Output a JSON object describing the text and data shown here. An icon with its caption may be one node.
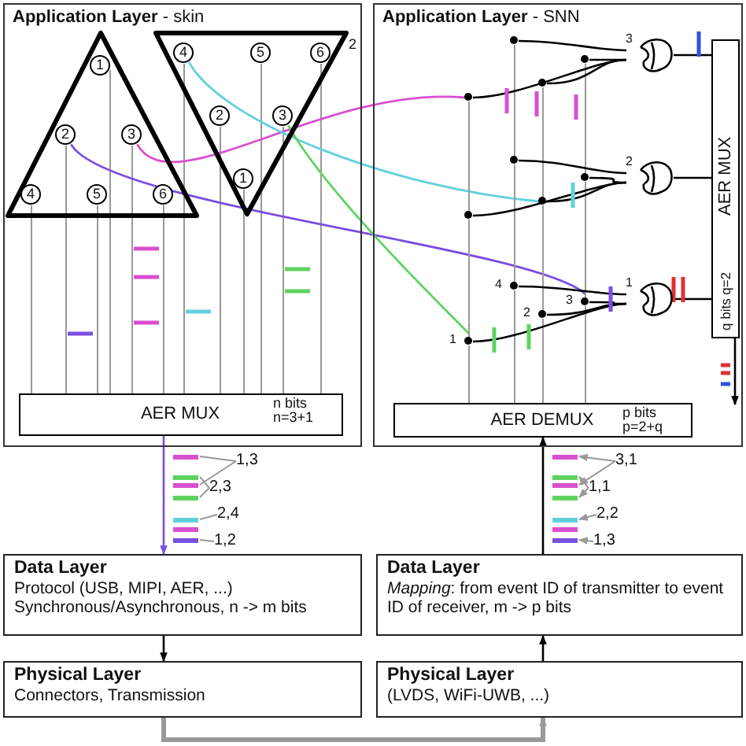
{
  "diagram": {
    "nodes": [
      {
        "text": [
          "**Application Layer** - skin"
        ]
      },
      {
        "text": [],
        "shape": "triangle",
        "in": 0
      },
      {
        "text": [
          "1"
        ],
        "in": 1
      },
      {
        "text": [
          "2"
        ],
        "in": 1
      },
      {
        "text": [
          "3"
        ],
        "in": 1
      },
      {
        "text": [
          "4"
        ],
        "in": 1
      },
      {
        "text": [
          "5"
        ],
        "in": 1
      },
      {
        "text": [
          "6"
        ],
        "in": 1
      },
      {
        "text": [],
        "shape": "triangle",
        "in": 0,
        "beside": [
          "2"
        ]
      },
      {
        "text": [
          "4"
        ],
        "in": 8
      },
      {
        "text": [
          "5"
        ],
        "in": 8
      },
      {
        "text": [
          "6"
        ],
        "in": 8
      },
      {
        "text": [
          "2"
        ],
        "in": 8
      },
      {
        "text": [
          "3"
        ],
        "in": 8
      },
      {
        "text": [
          "1"
        ],
        "in": 8
      },
      {
        "text": [
          "AER MUX",
          "n bits n=3+1"
        ],
        "in": 0
      },
      {
        "text": [
          "**Application Layer** - SNN"
        ]
      },
      {
        "text": [
          "3"
        ],
        "in": 16
      },
      {
        "text": [
          "2"
        ],
        "in": 16
      },
      {
        "text": [
          "1"
        ],
        "in": 16
      },
      {
        "text": [],
        "shape": "circle",
        "in": 16
      },
      {
        "text": [],
        "shape": "circle",
        "in": 16
      },
      {
        "text": [],
        "shape": "circle",
        "in": 16
      },
      {
        "text": [],
        "shape": "circle",
        "in": 16
      },
      {
        "text": [],
        "shape": "circle",
        "in": 16
      },
      {
        "text": [],
        "shape": "circle",
        "in": 16
      },
      {
        "text": [],
        "shape": "circle",
        "in": 16
      },
      {
        "text": [],
        "shape": "circle",
        "in": 16
      },
      {
        "text": [
          "4"
        ],
        "in": 16
      },
      {
        "text": [
          "3"
        ],
        "in": 16
      },
      {
        "text": [
          "2"
        ],
        "in": 16
      },
      {
        "text": [
          "1"
        ],
        "in": 16
      },
      {
        "text": [
          "AER MUX",
          "q bits q=2"
        ],
        "in": 16
      },
      {
        "text": [
          "AER DEMUX",
          "p bits p=2+q"
        ],
        "in": 16
      },
      {
        "text": [
          "Data Layer",
          "Protocol (USB, MIPI, AER, ...)",
          "Synchronous/Asynchronous, n -> m bits"
        ]
      },
      {
        "text": [
          "Physical Layer",
          "Connectors, Transmission"
        ]
      },
      {
        "text": [
          "Data Layer",
          "*Mapping*: from event ID of transmitter to event ID of receiver, m -> p bits"
        ]
      },
      {
        "text": [
          "Physical Layer",
          "(LVDS, WiFi-UWB, ...)"
        ]
      },
      {
        "text": [
          "1,3"
        ]
      },
      {
        "text": [
          "2,3"
        ]
      },
      {
        "text": [
          "2,4"
        ]
      },
      {
        "text": [
          "1,2"
        ]
      },
      {
        "text": [
          "3,1"
        ]
      },
      {
        "text": [
          "1,1"
        ]
      },
      {
        "text": [
          "2,2"
        ]
      },
      {
        "text": [
          "1,3"
        ]
      },
      {
        "text": [],
        "shape": "bar"
      },
      {
        "text": [],
        "shape": "bar"
      },
      {
        "text": [],
        "shape": "bar"
      },
      {
        "text": [],
        "shape": "bar"
      },
      {
        "text": [],
        "shape": "bar"
      },
      {
        "text": [],
        "shape": "bar"
      },
      {
        "text": [],
        "shape": "bar"
      },
      {
        "text": [],
        "shape": "bar"
      },
      {
        "text": [],
        "shape": "bar"
      },
      {
        "text": [],
        "shape": "bar"
      },
      {
        "text": [],
        "shape": "bar"
      },
      {
        "text": [],
        "shape": "bar"
      },
      {
        "text": [],
        "shape": "bar"
      },
      {
        "text": [],
        "shape": "bar"
      }
    ],
    "edges": [
      {
        "from": 2,
        "to": 15,
        "arrow": "none"
      },
      {
        "from": 3,
        "to": 15,
        "arrow": "none"
      },
      {
        "from": 4,
        "to": 15,
        "arrow": "none"
      },
      {
        "from": 5,
        "to": 15,
        "arrow": "none"
      },
      {
        "from": 6,
        "to": 15,
        "arrow": "none"
      },
      {
        "from": 7,
        "to": 15,
        "arrow": "none"
      },
      {
        "from": 9,
        "to": 15,
        "arrow": "none"
      },
      {
        "from": 10,
        "to": 15,
        "arrow": "none"
      },
      {
        "from": 11,
        "to": 15,
        "arrow": "none"
      },
      {
        "from": 12,
        "to": 15,
        "arrow": "none"
      },
      {
        "from": 13,
        "to": 15,
        "arrow": "none"
      },
      {
        "from": 14,
        "to": 15,
        "arrow": "none"
      },
      {
        "from": 4,
        "to": 23,
        "arrow": "none",
        "color": "#d94fd0"
      },
      {
        "from": 3,
        "to": 29,
        "arrow": "none",
        "color": "#7a4fe0"
      },
      {
        "from": 9,
        "to": 26,
        "arrow": "none",
        "color": "#62d0dc"
      },
      {
        "from": 13,
        "to": 31,
        "arrow": "none",
        "color": "#5fd35f"
      },
      {
        "from": 33,
        "to": 31,
        "arrow": "none"
      },
      {
        "from": 31,
        "to": 27,
        "arrow": "none"
      },
      {
        "from": 27,
        "to": 23,
        "arrow": "none"
      },
      {
        "from": 33,
        "to": 28,
        "arrow": "none"
      },
      {
        "from": 28,
        "to": 24,
        "arrow": "none"
      },
      {
        "from": 24,
        "to": 20,
        "arrow": "none"
      },
      {
        "from": 33,
        "to": 30,
        "arrow": "none"
      },
      {
        "from": 30,
        "to": 26,
        "arrow": "none"
      },
      {
        "from": 26,
        "to": 22,
        "arrow": "none"
      },
      {
        "from": 33,
        "to": 29,
        "arrow": "none"
      },
      {
        "from": 29,
        "to": 25,
        "arrow": "none"
      },
      {
        "from": 25,
        "to": 21,
        "arrow": "none"
      },
      {
        "from": 20,
        "to": 17,
        "arrow": "none",
        "color": "#000000"
      },
      {
        "from": 21,
        "to": 17,
        "arrow": "none",
        "color": "#000000"
      },
      {
        "from": 22,
        "to": 17,
        "arrow": "none",
        "color": "#000000"
      },
      {
        "from": 23,
        "to": 17,
        "arrow": "none",
        "color": "#000000"
      },
      {
        "from": 24,
        "to": 18,
        "arrow": "none",
        "color": "#000000"
      },
      {
        "from": 25,
        "to": 18,
        "arrow": "none",
        "color": "#000000"
      },
      {
        "from": 26,
        "to": 18,
        "arrow": "none",
        "color": "#000000"
      },
      {
        "from": 27,
        "to": 18,
        "arrow": "none",
        "color": "#000000"
      },
      {
        "from": 28,
        "to": 19,
        "arrow": "none",
        "color": "#000000"
      },
      {
        "from": 29,
        "to": 19,
        "arrow": "none",
        "color": "#000000"
      },
      {
        "from": 30,
        "to": 19,
        "arrow": "none",
        "color": "#000000"
      },
      {
        "from": 31,
        "to": 19,
        "arrow": "none",
        "color": "#000000"
      },
      {
        "from": 17,
        "to": 32,
        "arrow": "none",
        "color": "#000000"
      },
      {
        "from": 18,
        "to": 32,
        "arrow": "none",
        "color": "#000000"
      },
      {
        "from": 19,
        "to": 32,
        "arrow": "none",
        "color": "#000000"
      },
      {
        "from": 32,
        "to": null,
        "arrow": "to",
        "color": "#000000"
      },
      {
        "from": 15,
        "to": 34,
        "arrow": "to",
        "color": "#7a4fe0"
      },
      {
        "from": 34,
        "to": 35,
        "arrow": "to",
        "color": "#000000"
      },
      {
        "from": 35,
        "to": 37,
        "arrow": "to",
        "style": "thick"
      },
      {
        "from": 37,
        "to": 36,
        "arrow": "to",
        "color": "#000000"
      },
      {
        "from": 36,
        "to": 33,
        "arrow": "to",
        "color": "#000000"
      },
      {
        "from": 38,
        "to": 46,
        "arrow": "none"
      },
      {
        "from": 38,
        "to": 48,
        "arrow": "none"
      },
      {
        "from": 39,
        "to": 47,
        "arrow": "none"
      },
      {
        "from": 39,
        "to": 49,
        "arrow": "none"
      },
      {
        "from": 40,
        "to": 50,
        "arrow": "none"
      },
      {
        "from": 41,
        "to": 52,
        "arrow": "none"
      },
      {
        "from": 42,
        "to": 53,
        "arrow": "to"
      },
      {
        "from": 42,
        "to": 55,
        "arrow": "to"
      },
      {
        "from": 43,
        "to": 54,
        "arrow": "to"
      },
      {
        "from": 43,
        "to": 56,
        "arrow": "to"
      },
      {
        "from": 44,
        "to": 57,
        "arrow": "to"
      },
      {
        "from": 45,
        "to": 59,
        "arrow": "to"
      }
    ]
  }
}
